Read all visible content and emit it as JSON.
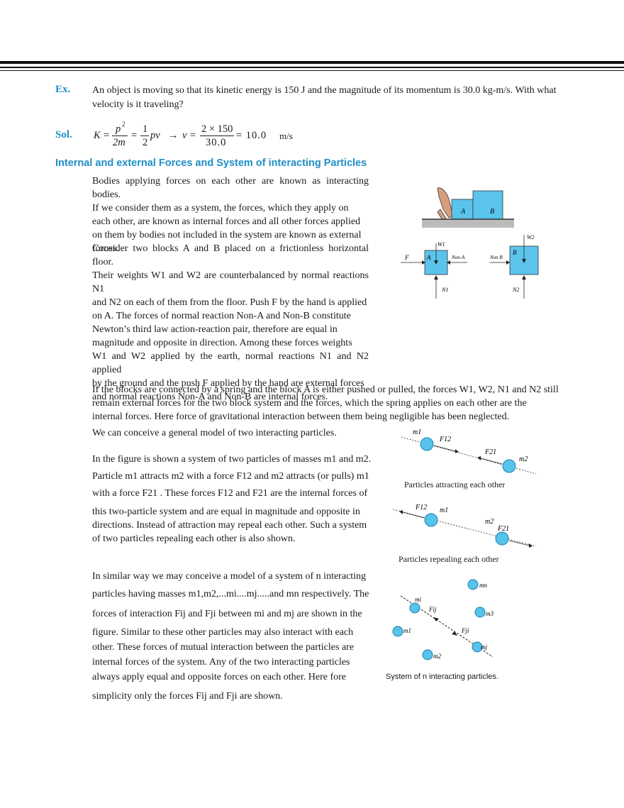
{
  "example": {
    "ex_label": "Ex.",
    "question_line1": "An object is moving so that its kinetic energy is 150 J and the magnitude of its momentum is 30.0 kg-m/s. With what",
    "question_line2": "velocity is it traveling?",
    "sol_label": "Sol.",
    "sol_lhs": "K",
    "sol_p2": "p",
    "sol_p2_exp": "2",
    "sol_2m": "2m",
    "sol_one": "1",
    "sol_two": "2",
    "sol_pv": "pv",
    "sol_arrow": "→",
    "sol_v": "v",
    "sol_num": "2 × 150",
    "sol_den": "30.0",
    "sol_result": "= 10.0",
    "sol_unit": "m/s"
  },
  "section": {
    "heading": "Internal and external Forces and System of interacting Particles",
    "para1": [
      "Bodies applying forces on each other are known as interacting bodies.",
      "If we consider them as a system, the forces, which they apply on",
      "each other, are known as internal forces and all other forces applied",
      "on them by bodies not included in the system are known as external",
      "forces."
    ],
    "para2": [
      "Consider two blocks A and B placed on a frictionless horizontal floor.",
      "Their weights W1 and W2 are counterbalanced by normal reactions N1",
      "and N2 on each of them from the floor. Push F by the hand is applied",
      "on A. The forces of normal reaction Non-A and Non-B constitute",
      "Newton’s third law action-reaction pair, therefore are equal in",
      "magnitude and opposite in direction. Among these forces weights",
      "W1 and W2 applied by the earth, normal reactions N1 and N2 applied",
      "by the ground and the push F applied by the hand are external forces",
      "and normal reactions Non-A and Non-B are internal forces."
    ],
    "para3": [
      "If the blocks are connected by a spring and the block A is either pushed or pulled, the forces W1, W2, N1 and N2 still",
      "remain external forces for the two block system and the forces, which the spring applies on each other are the",
      "internal forces. Here force of gravitational interaction between them being negligible has been neglected."
    ],
    "para4": "We can conceive a general model of two interacting particles.",
    "para5": [
      "In the figure is shown a system of two particles of masses m1 and m2.",
      "Particle m1 attracts m2 with a force F12 and m2 attracts (or pulls) m1",
      "with a force F21 . These forces F12 and F21 are the internal forces of",
      "this two-particle system and are equal in magnitude and opposite in",
      "directions. Instead of attraction may repeal each other. Such a system",
      "of two particles repealing each other is also shown."
    ],
    "para6": [
      "In similar way we may conceive a model of a system of n interacting",
      "particles having masses m1,m2,...mi....mj.....and mn respectively. The",
      "forces of interaction Fij and Fji between mi and mj are shown in the",
      "figure. Similar to these other particles may also interact with each",
      "other. These forces of mutual interaction between the particles are",
      "internal forces of the system. Any of the two interacting particles",
      "always apply equal and opposite forces on each other. Here fore",
      "simplicity only the forces Fij and Fji are shown."
    ]
  },
  "figures": {
    "caption_attract": "Particles attracting each other",
    "caption_repel": "Particles repealing each other",
    "caption_n": "System of  n  interacting particles.",
    "block_a": "A",
    "block_b": "B",
    "label_w1": "W1",
    "label_w2": "W2",
    "label_n1": "N1",
    "label_n2": "N2",
    "label_f": "F",
    "label_non_a": "Non-A",
    "label_non_b": "Non B",
    "label_m1": "m1",
    "label_m2": "m2",
    "label_f12": "F12",
    "label_f21": "F21",
    "label_mi": "mi",
    "label_mj": "mj",
    "label_m3": "m3",
    "label_mn": "mn",
    "label_fij": "Fij",
    "label_fji": "Fji",
    "particle_color": "#56c3ea",
    "particle_stroke": "#1e7fb0"
  }
}
